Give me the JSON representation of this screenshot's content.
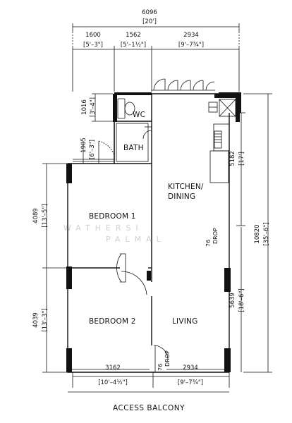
{
  "dimensions": {
    "overall_width_mm": "6096",
    "overall_width_ft": "[20']",
    "top_1_mm": "1600",
    "top_1_ft": "[5'–3\"]",
    "top_2_mm": "1562",
    "top_2_ft": "[5'–1½\"]",
    "top_3_mm": "2934",
    "top_3_ft": "[9'–7¾\"]",
    "wc_mm": "1016",
    "wc_ft": "[3'–4\"]",
    "entry_mm": "1905",
    "entry_ft": "[6'–3\"]",
    "bedroom1_mm": "4089",
    "bedroom1_ft": "[13'–5\"]",
    "bedroom2_mm": "4039",
    "bedroom2_ft": "[13'–3\"]",
    "kitchen_mm": "5182",
    "kitchen_ft": "[17']",
    "living_mm": "5639",
    "living_ft": "[18'–6\"]",
    "overall_height_mm": "10820",
    "overall_height_ft": "[35'–6\"]",
    "bottom_1_mm": "3162",
    "bottom_1_ft": "[10'–4½\"]",
    "bottom_2_mm": "2934",
    "bottom_2_ft": "[9'–7¾\"]"
  },
  "rooms": {
    "wc": "WC",
    "bath": "BATH",
    "kitchen_line1": "KITCHEN/",
    "kitchen_line2": "DINING",
    "bedroom1": "BEDROOM 1",
    "bedroom2": "BEDROOM 2",
    "living": "LIVING"
  },
  "labels": {
    "drop_upper_num": "76",
    "drop_upper": "DROP",
    "drop_lower_num": "76",
    "drop_lower": "DROP",
    "access_balcony": "ACCESS BALCONY"
  },
  "watermark": {
    "line1": "WATHERSI",
    "line2": "PALMAL"
  }
}
